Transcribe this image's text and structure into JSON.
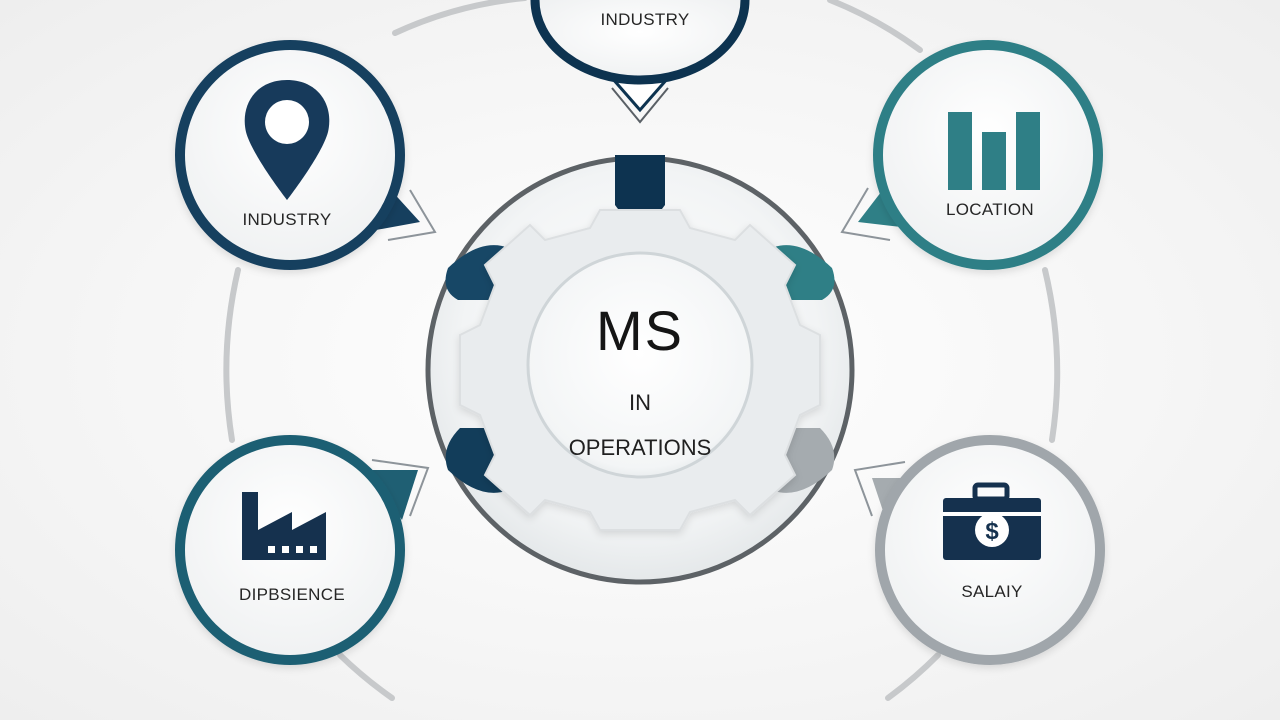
{
  "center": {
    "line1": "MS",
    "line2": "IN",
    "line3": "OPERATIONS"
  },
  "nodes": {
    "top": {
      "label": "INDUSTRY",
      "color": "#0d3350"
    },
    "top_left": {
      "label": "INDUSTRY",
      "icon": "location-pin-icon",
      "color": "#163f5e"
    },
    "top_right": {
      "label": "LOCATION",
      "icon": "bar-chart-icon",
      "color": "#2f7f86"
    },
    "bottom_left": {
      "label": "DIPBSIENCE",
      "icon": "factory-icon",
      "color": "#1f5f73"
    },
    "bottom_right": {
      "label": "SALAIY",
      "icon": "briefcase-dollar-icon",
      "color": "#9aa1a6"
    }
  },
  "colors": {
    "navy": "#0d3350",
    "teal": "#2f7f86",
    "gray": "#9aa1a6",
    "ring": "#c7c9cb"
  }
}
